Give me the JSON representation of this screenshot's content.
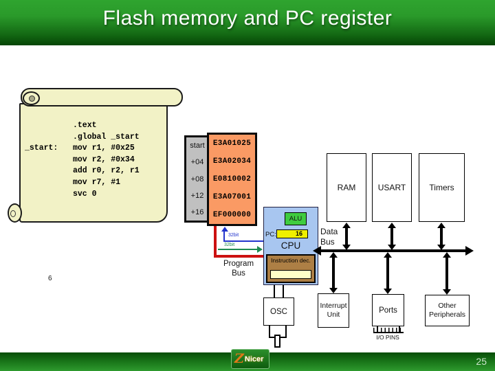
{
  "slide": {
    "title": "Flash memory and PC register",
    "page_number": "25",
    "build_number": "6"
  },
  "logo": {
    "z": "Z",
    "name": "Nicer"
  },
  "scroll": {
    "lines": [
      {
        "label": "",
        "code": ".text"
      },
      {
        "label": "",
        "code": ".global _start"
      },
      {
        "label": "_start:",
        "code": "mov r1, #0x25"
      },
      {
        "label": "",
        "code": "mov r2, #0x34"
      },
      {
        "label": "",
        "code": "add r0, r2, r1"
      },
      {
        "label": "",
        "code": "mov r7, #1"
      },
      {
        "label": "",
        "code": "svc 0"
      }
    ]
  },
  "flash": {
    "rows": [
      {
        "addr": "start",
        "value": "E3A01025"
      },
      {
        "addr": "+04",
        "value": "E3A02034"
      },
      {
        "addr": "+08",
        "value": "E0810002"
      },
      {
        "addr": "+12",
        "value": "E3A07001"
      },
      {
        "addr": "+16",
        "value": "EF000000"
      }
    ]
  },
  "cpu": {
    "name": "CPU",
    "alu_label": "ALU",
    "pc_label": "PC:",
    "pc_value": "16",
    "decoder_label": "Instruction dec."
  },
  "buses": {
    "data_bus": "Data Bus",
    "program_bus": "Program Bus",
    "width_to_flash": "32bit",
    "width_to_cpu": "32bit"
  },
  "peripherals": {
    "ram": "RAM",
    "usart": "USART",
    "timers": "Timers",
    "osc": "OSC",
    "interrupt_unit": "Interrupt Unit",
    "ports": "Ports",
    "other": "Other Peripherals",
    "pins": "I/O PINS"
  },
  "colors": {
    "header_green": "#2fa42f",
    "footer_green": "#2e9a2e",
    "flash_value_bg": "#fa9a64",
    "flash_addr_bg": "#c0c0c0",
    "cpu_bg": "#a8c6f0",
    "alu_bg": "#3fcc3f",
    "pc_bg": "#f0f000",
    "decoder_bg": "#ad7f45",
    "program_bus_red": "#cc1111",
    "address_line_blue": "#2233cc",
    "instruction_line_green": "#1e8a50"
  }
}
